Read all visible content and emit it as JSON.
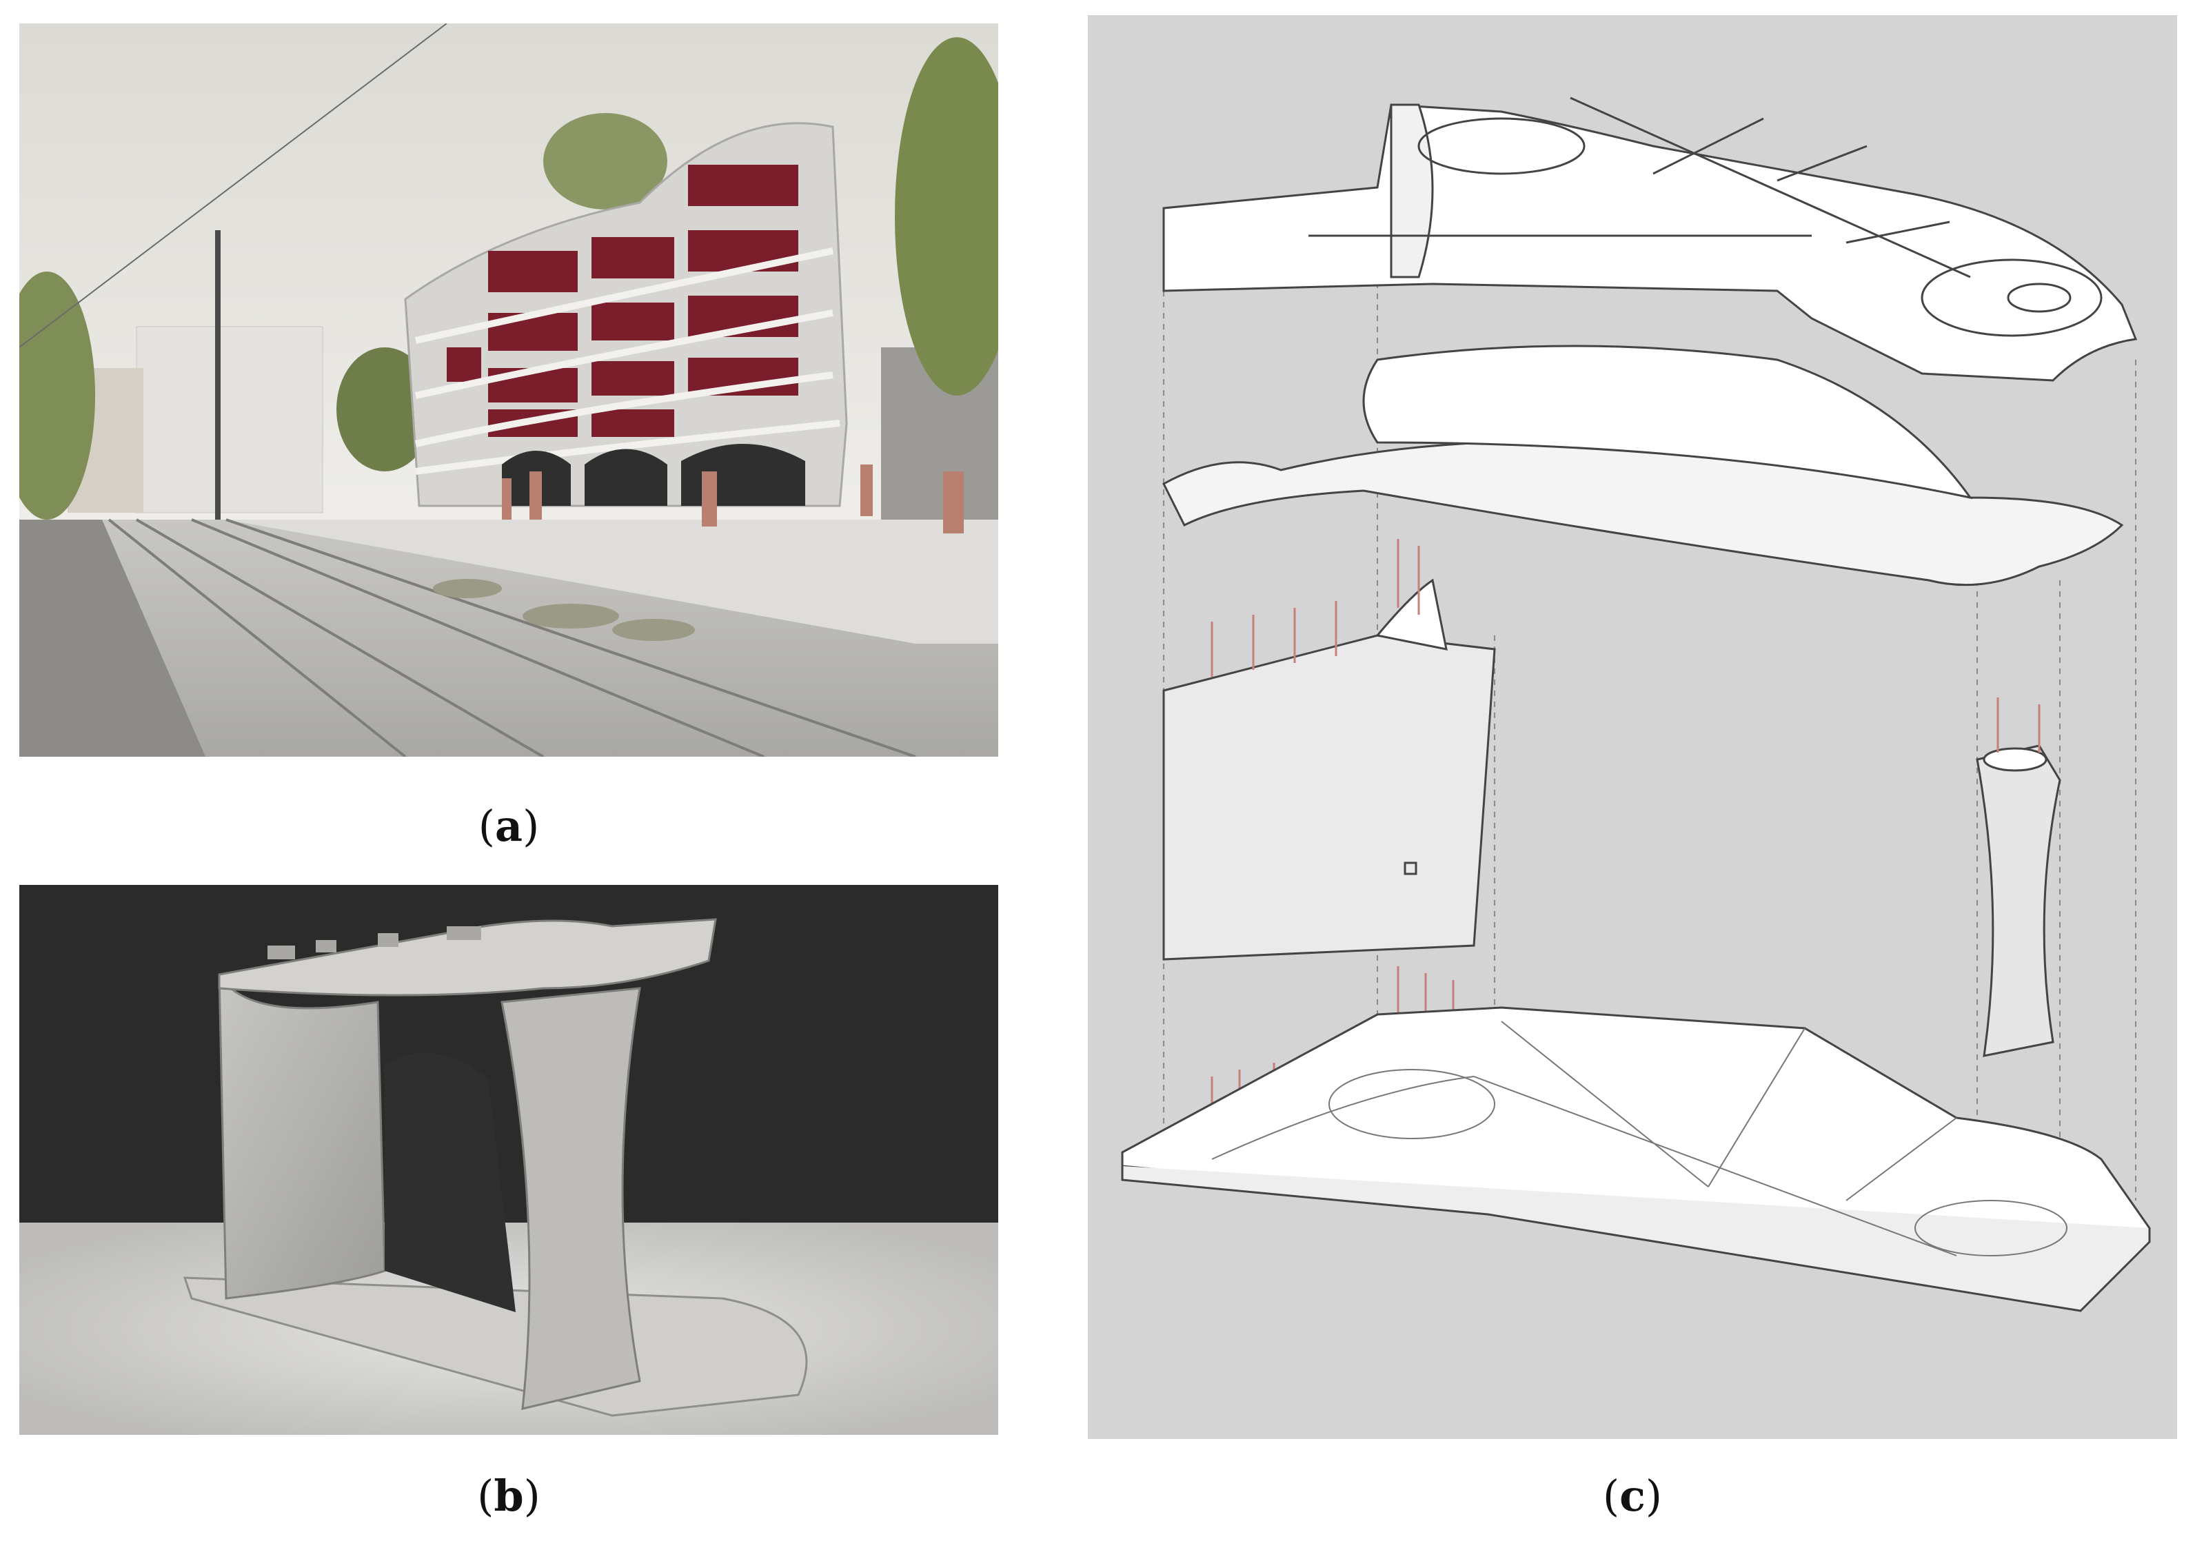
{
  "panels": [
    {
      "id": "a",
      "caption_open": "(",
      "caption_letter": "a",
      "caption_close": ")"
    },
    {
      "id": "b",
      "caption_open": "(",
      "caption_letter": "b",
      "caption_close": ")"
    },
    {
      "id": "c",
      "caption_open": "(",
      "caption_letter": "c",
      "caption_close": ")"
    }
  ],
  "colors": {
    "sky": "#e6e5e1",
    "facade": "#d9d8d4",
    "window_red": "#7a1e2c",
    "foliage": "#7d8b55",
    "pavement": "#b9b8b4",
    "studio_backdrop": "#2b2b2b",
    "diagram_background": "#d4d4d4",
    "diagram_line": "#444444",
    "rebar_red": "#c9807a"
  }
}
